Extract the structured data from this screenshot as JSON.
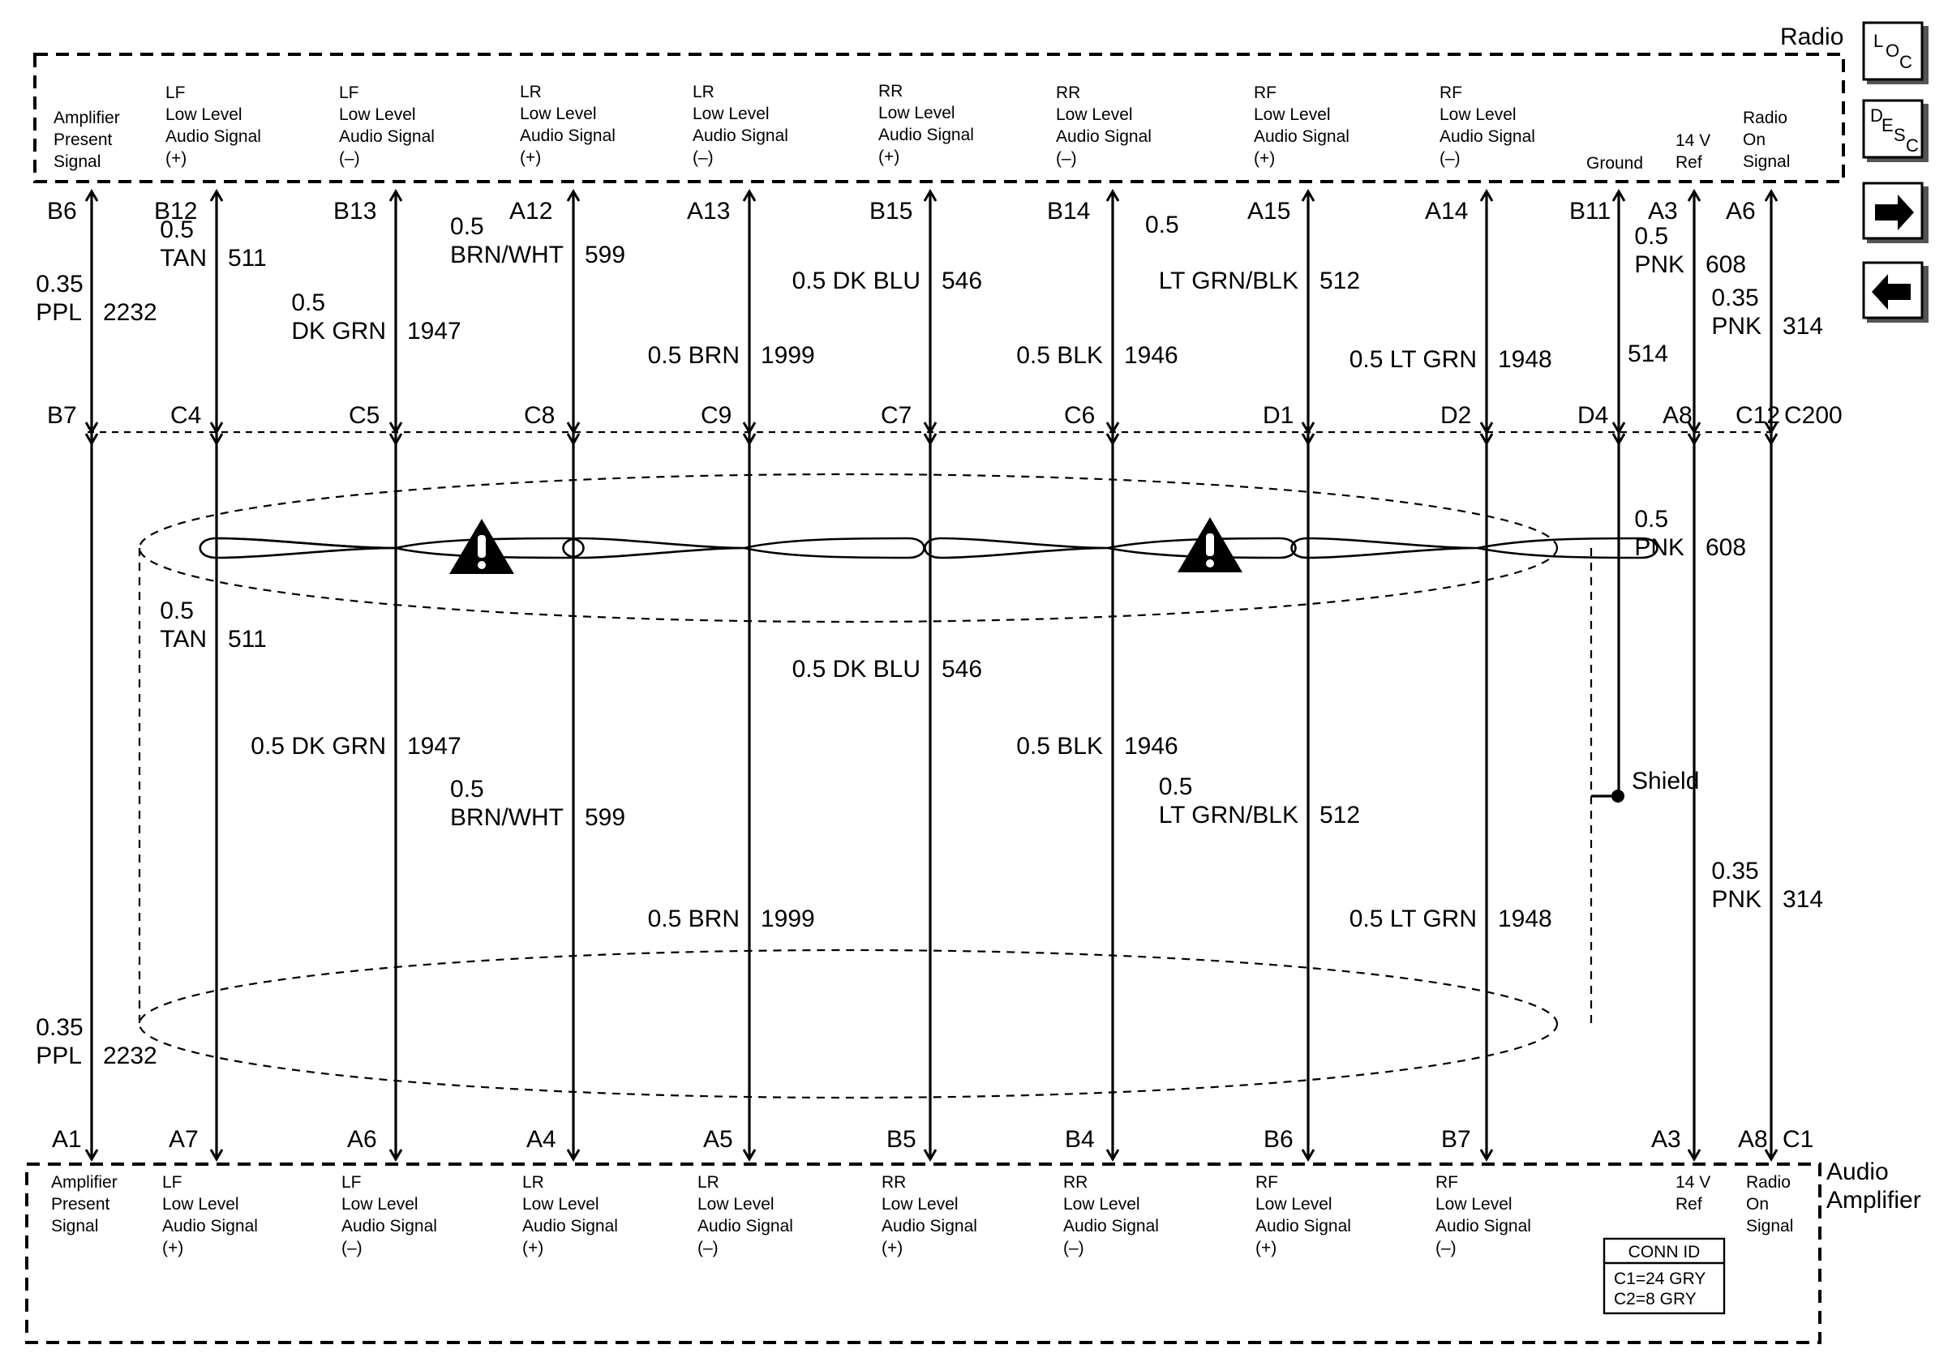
{
  "title_top": "Radio",
  "title_bottom": [
    "Audio",
    "Amplifier"
  ],
  "nav": {
    "loc": [
      "L",
      "O",
      "C"
    ],
    "desc": [
      "D",
      "E",
      "S",
      "C"
    ],
    "next_icon": "right-arrow-icon",
    "prev_icon": "left-arrow-icon"
  },
  "shield_label": "Shield",
  "conn_id": {
    "header": "CONN ID",
    "lines": [
      "C1=24 GRY",
      "C2=8 GRY"
    ]
  },
  "circuits": [
    {
      "id": "amp-present",
      "desc_top": [
        "Amplifier",
        "Present",
        "Signal"
      ],
      "desc_bottom": [
        "Amplifier",
        "Present",
        "Signal"
      ],
      "pins_top": [
        "B6",
        "B7"
      ],
      "pin_bottom": "A1",
      "labels": [
        {
          "gauge": "0.35",
          "color": "PPL",
          "circuit": "2232"
        },
        {
          "gauge": "0.35",
          "color": "PPL",
          "circuit": "2232"
        }
      ]
    },
    {
      "id": "lf-plus",
      "desc_top": [
        "LF",
        "Low Level",
        "Audio Signal",
        "(+)"
      ],
      "desc_bottom": [
        "LF",
        "Low Level",
        "Audio Signal",
        "(+)"
      ],
      "pins_top": [
        "B12",
        "C4"
      ],
      "pin_bottom": "A7",
      "labels": [
        {
          "gauge": "0.5",
          "color": "TAN",
          "circuit": "511"
        },
        {
          "gauge": "0.5",
          "color": "TAN",
          "circuit": "511"
        }
      ]
    },
    {
      "id": "lf-minus",
      "desc_top": [
        "LF",
        "Low Level",
        "Audio Signal",
        "(–)"
      ],
      "desc_bottom": [
        "LF",
        "Low Level",
        "Audio Signal",
        "(–)"
      ],
      "pins_top": [
        "B13",
        "C5"
      ],
      "pin_bottom": "A6",
      "labels": [
        {
          "gauge": "0.5",
          "color": "DK GRN",
          "circuit": "1947"
        },
        {
          "gauge": "0.5",
          "color": "DK GRN",
          "circuit": "1947"
        }
      ]
    },
    {
      "id": "lr-plus",
      "desc_top": [
        "LR",
        "Low Level",
        "Audio Signal",
        "(+)"
      ],
      "desc_bottom": [
        "LR",
        "Low Level",
        "Audio Signal",
        "(+)"
      ],
      "pins_top": [
        "A12",
        "C8"
      ],
      "pin_bottom": "A4",
      "labels": [
        {
          "gauge": "0.5",
          "color": "BRN/WHT",
          "circuit": "599"
        },
        {
          "gauge": "0.5",
          "color": "BRN/WHT",
          "circuit": "599"
        }
      ]
    },
    {
      "id": "lr-minus",
      "desc_top": [
        "LR",
        "Low Level",
        "Audio Signal",
        "(–)"
      ],
      "desc_bottom": [
        "LR",
        "Low Level",
        "Audio Signal",
        "(–)"
      ],
      "pins_top": [
        "A13",
        "C9"
      ],
      "pin_bottom": "A5",
      "labels": [
        {
          "gauge": "0.5",
          "color": "BRN",
          "circuit": "1999"
        },
        {
          "gauge": "0.5",
          "color": "BRN",
          "circuit": "1999"
        }
      ]
    },
    {
      "id": "rr-plus",
      "desc_top": [
        "RR",
        "Low Level",
        "Audio Signal",
        "(+)"
      ],
      "desc_bottom": [
        "RR",
        "Low Level",
        "Audio Signal",
        "(+)"
      ],
      "pins_top": [
        "B15",
        "C7"
      ],
      "pin_bottom": "B5",
      "labels": [
        {
          "gauge": "0.5",
          "color": "DK BLU",
          "circuit": "546"
        },
        {
          "gauge": "0.5",
          "color": "DK BLU",
          "circuit": "546"
        }
      ]
    },
    {
      "id": "rr-minus",
      "desc_top": [
        "RR",
        "Low Level",
        "Audio Signal",
        "(–)"
      ],
      "desc_bottom": [
        "RR",
        "Low Level",
        "Audio Signal",
        "(–)"
      ],
      "pins_top": [
        "B14",
        "C6"
      ],
      "pin_bottom": "B4",
      "labels": [
        {
          "gauge": "0.5",
          "color": "BLK",
          "circuit": "1946"
        },
        {
          "gauge": "0.5",
          "color": "BLK",
          "circuit": "1946"
        }
      ]
    },
    {
      "id": "rf-plus",
      "desc_top": [
        "RF",
        "Low Level",
        "Audio Signal",
        "(+)"
      ],
      "desc_bottom": [
        "RF",
        "Low Level",
        "Audio Signal",
        "(+)"
      ],
      "pins_top": [
        "A15",
        "D1"
      ],
      "pin_bottom": "B6",
      "labels": [
        {
          "gauge": "0.5",
          "color": "LT GRN/BLK",
          "circuit": "512"
        },
        {
          "gauge": "0.5",
          "color": "LT GRN/BLK",
          "circuit": "512"
        }
      ]
    },
    {
      "id": "rf-minus",
      "desc_top": [
        "RF",
        "Low Level",
        "Audio Signal",
        "(–)"
      ],
      "desc_bottom": [
        "RF",
        "Low Level",
        "Audio Signal",
        "(–)"
      ],
      "pins_top": [
        "A14",
        "D2"
      ],
      "pin_bottom": "B7",
      "labels": [
        {
          "gauge": "0.5",
          "color": "LT GRN",
          "circuit": "1948"
        },
        {
          "gauge": "0.5",
          "color": "LT GRN",
          "circuit": "1948"
        }
      ]
    },
    {
      "id": "ground",
      "desc_top": [
        "Ground"
      ],
      "desc_bottom": [],
      "pins_top": [
        "B11",
        "D4"
      ],
      "pin_bottom": "",
      "labels": [
        {
          "gauge": "",
          "color": "",
          "circuit": "514"
        }
      ]
    },
    {
      "id": "ref-14v",
      "desc_top": [
        "14 V",
        "Ref"
      ],
      "desc_bottom": [
        "14 V",
        "Ref"
      ],
      "pins_top": [
        "A3",
        "A8"
      ],
      "pin_bottom": "A3",
      "labels": [
        {
          "gauge": "0.5",
          "color": "PNK",
          "circuit": "608"
        },
        {
          "gauge": "0.5",
          "color": "PNK",
          "circuit": "608"
        }
      ]
    },
    {
      "id": "radio-on",
      "desc_top": [
        "Radio",
        "On",
        "Signal"
      ],
      "desc_bottom": [
        "Radio",
        "On",
        "Signal"
      ],
      "pins_top": [
        "A6",
        "C12"
      ],
      "pin_bottom": "A8",
      "labels": [
        {
          "gauge": "0.35",
          "color": "PNK",
          "circuit": "314"
        },
        {
          "gauge": "0.35",
          "color": "PNK",
          "circuit": "314"
        }
      ]
    }
  ],
  "connector_labels": {
    "top_in_line": "C200",
    "bottom_amp": "C1"
  }
}
